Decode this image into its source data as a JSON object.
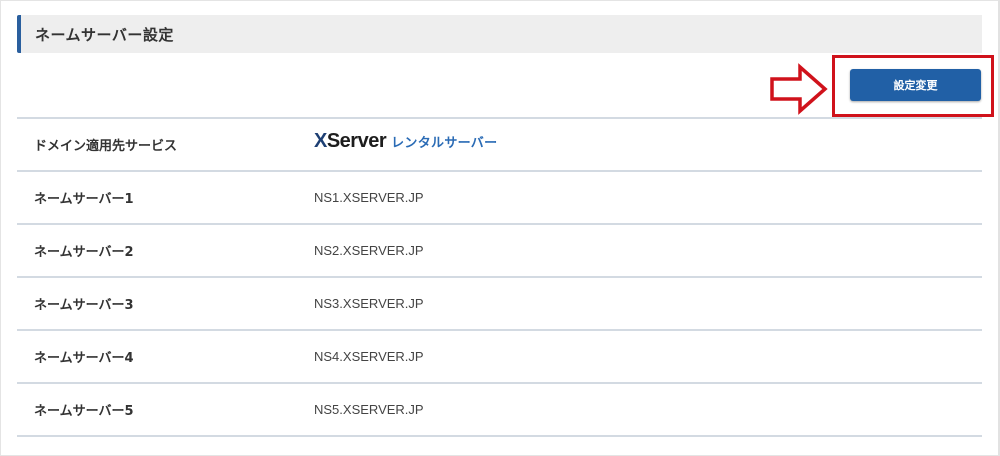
{
  "section": {
    "title": "ネームサーバー設定",
    "accent_color": "#2a5f9e",
    "header_bg": "#eeeeee"
  },
  "actions": {
    "edit_button_label": "設定変更",
    "button_color": "#2160a6"
  },
  "annotation": {
    "highlight_color": "#d0121b",
    "arrow_icon": "right-arrow-outline"
  },
  "table": {
    "rows": [
      {
        "label": "ドメイン適用先サービス",
        "value_type": "logo",
        "logo": {
          "brand_x": "X",
          "brand_rest": "Server",
          "subtitle": "レンタルサーバー"
        }
      },
      {
        "label": "ネームサーバー1",
        "value": "NS1.XSERVER.JP"
      },
      {
        "label": "ネームサーバー2",
        "value": "NS2.XSERVER.JP"
      },
      {
        "label": "ネームサーバー3",
        "value": "NS3.XSERVER.JP"
      },
      {
        "label": "ネームサーバー4",
        "value": "NS4.XSERVER.JP"
      },
      {
        "label": "ネームサーバー5",
        "value": "NS5.XSERVER.JP"
      }
    ]
  }
}
